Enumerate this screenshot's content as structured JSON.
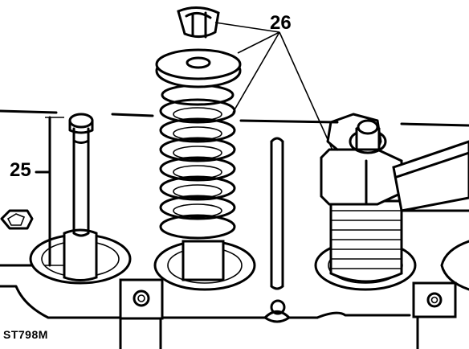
{
  "callouts": {
    "label_26": "26",
    "label_25": "25"
  },
  "figure_code": "ST798M",
  "components": {
    "collets": "collet-icon",
    "spring_cap": "spring-cap-icon",
    "valve_spring": "coil-spring-icon",
    "valve_stem": "valve-stem-icon",
    "compressor_tool": "spring-compressor-icon",
    "cylinder_head": "cylinder-head-icon"
  }
}
